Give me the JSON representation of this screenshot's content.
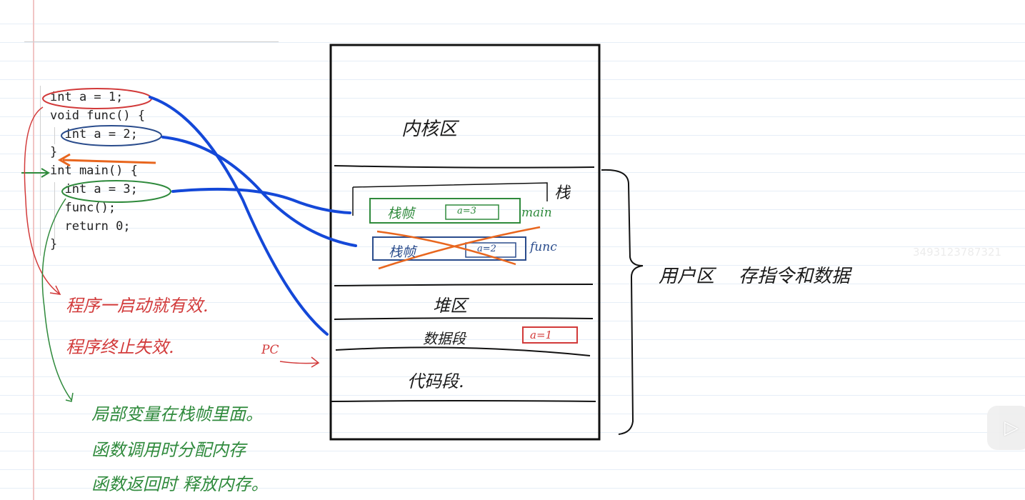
{
  "code_lines": [
    {
      "text": "int a = 1;"
    },
    {
      "text": "void func() {"
    },
    {
      "text": "  int a = 2;"
    },
    {
      "text": "}"
    },
    {
      "text": "int main() {"
    },
    {
      "text": "  int a = 3;"
    },
    {
      "text": "  func();"
    },
    {
      "text": "  return 0;"
    },
    {
      "text": "}"
    }
  ],
  "memory": {
    "kernel_label": "内核区",
    "stack_label": "栈",
    "frame_main_label": "栈帧",
    "frame_main_var": "a=3",
    "frame_main_name": "main",
    "frame_func_label": "栈帧",
    "frame_func_var": "a=2",
    "frame_func_name": "func",
    "heap_label": "堆区",
    "data_label": "数据段",
    "data_var": "a=1",
    "code_label": "代码段.",
    "pc_label": "PC",
    "user_label": "用户区",
    "user_desc": "存指令和数据"
  },
  "notes": {
    "red_1": "程序一启动就有效.",
    "red_2": "程序终止失效.",
    "green_1": "局部变量在栈帧里面。",
    "green_2": "函数调用时分配内存",
    "green_3": "函数返回时 释放内存。"
  },
  "watermark": "3493123787321",
  "colors": {
    "red": "#d23a3a",
    "green": "#2f8a3c",
    "blue": "#1448d8",
    "orange": "#e8661e",
    "navy": "#2a4c8c"
  }
}
